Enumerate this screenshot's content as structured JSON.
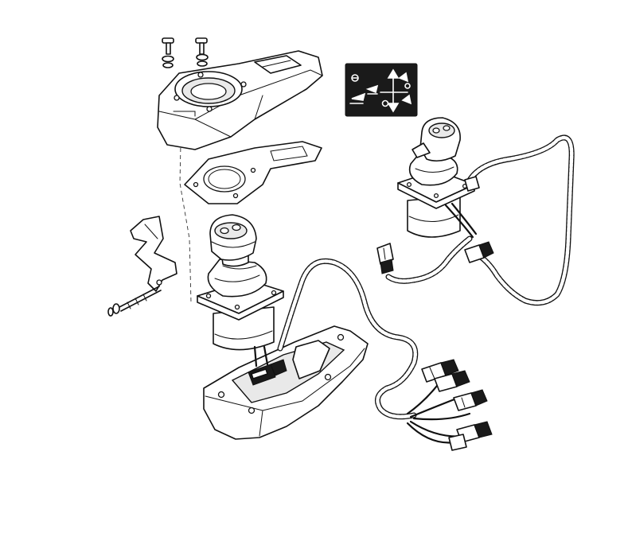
{
  "figure": {
    "background": "#ffffff",
    "line_color": "#111111",
    "decal_color": "#111111"
  },
  "parts": [
    {
      "id": "mounting-screws",
      "icon": "screw-with-washer"
    },
    {
      "id": "console-cover",
      "icon": "console-cover"
    },
    {
      "id": "mounting-gasket",
      "icon": "gasket-plate"
    },
    {
      "id": "support-bracket",
      "icon": "bracket"
    },
    {
      "id": "bolt",
      "icon": "bolt"
    },
    {
      "id": "joystick-main",
      "icon": "joystick"
    },
    {
      "id": "joystick-detail",
      "icon": "joystick"
    },
    {
      "id": "control-decal",
      "icon": "pictogram-decal"
    },
    {
      "id": "console-base",
      "icon": "console-base"
    },
    {
      "id": "wiring-harness",
      "icon": "harness-with-connectors"
    }
  ]
}
